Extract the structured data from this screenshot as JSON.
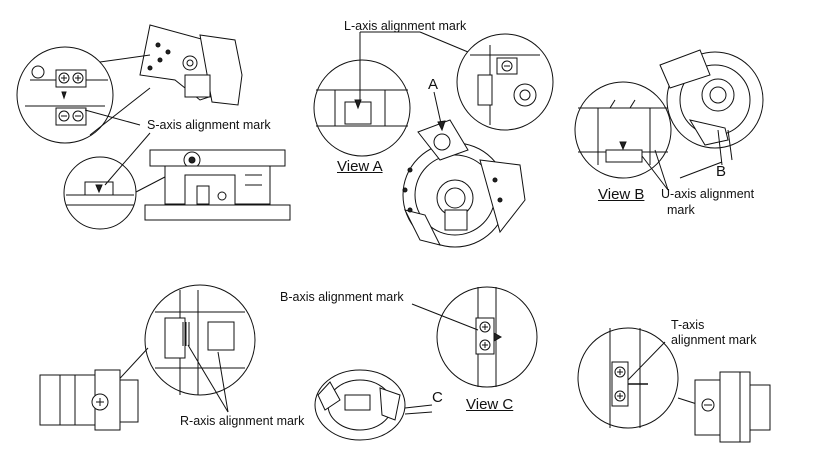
{
  "labels": {
    "s_axis": "S-axis alignment mark",
    "l_axis": "L-axis alignment mark",
    "u_axis_line1": "U-axis alignment",
    "u_axis_line2": "mark",
    "r_axis": "R-axis alignment mark",
    "b_axis": "B-axis alignment mark",
    "t_axis_line1": "T-axis",
    "t_axis_line2": "alignment mark"
  },
  "views": {
    "view_a": "View A",
    "view_b": "View B",
    "view_c": "View C"
  },
  "letters": {
    "a": "A",
    "b": "B",
    "c": "C"
  }
}
